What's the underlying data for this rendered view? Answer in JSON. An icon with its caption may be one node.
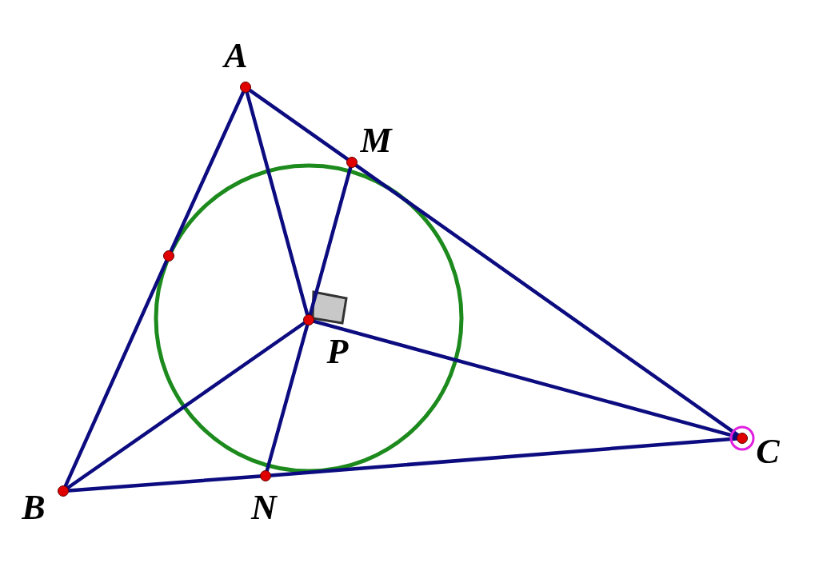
{
  "diagram": {
    "nodes": [
      {
        "text": [],
        "shape": "circle"
      },
      {
        "text": [],
        "shape": "circle"
      },
      {
        "text": [],
        "shape": "circle"
      },
      {
        "text": [],
        "shape": "circle"
      },
      {
        "text": [],
        "shape": "circle"
      },
      {
        "text": [],
        "shape": "circle"
      },
      {
        "text": [],
        "shape": "circle"
      }
    ],
    "edges": [
      {
        "from": 0,
        "to": 2,
        "arrow": "none"
      },
      {
        "from": 2,
        "to": 6,
        "arrow": "none"
      },
      {
        "from": 0,
        "to": 1,
        "arrow": "none"
      },
      {
        "from": 1,
        "to": 4,
        "arrow": "none"
      },
      {
        "from": 6,
        "to": 5,
        "arrow": "none"
      },
      {
        "from": 5,
        "to": 4,
        "arrow": "none"
      },
      {
        "from": 0,
        "to": 3,
        "arrow": "none"
      },
      {
        "from": 3,
        "to": 1,
        "arrow": "none"
      },
      {
        "from": 3,
        "to": 5,
        "arrow": "none"
      },
      {
        "from": 3,
        "to": 6,
        "arrow": "none"
      },
      {
        "from": 3,
        "to": 4,
        "arrow": "none"
      }
    ],
    "labels": [
      "A",
      "M",
      "P",
      "C",
      "B",
      "N"
    ]
  }
}
